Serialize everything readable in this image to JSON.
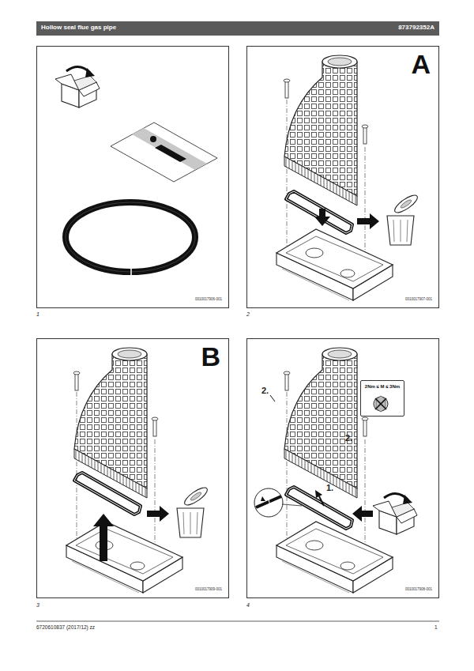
{
  "diagram": {
    "nodes": [
      {
        "text": [
          "Hollow seal flue gas pipe",
          "873792352A"
        ]
      },
      {
        "text": [
          "0010017906-001"
        ]
      },
      {
        "text": [
          "A",
          "0010017907-001"
        ]
      },
      {
        "text": [
          "B",
          "0010017909-001"
        ]
      },
      {
        "text": [
          "0010017908-001"
        ]
      },
      {
        "text": [
          "2Nm ≤ M ≤ 3Nm"
        ],
        "in": 4
      }
    ],
    "labels": [
      "1",
      "2",
      "3",
      "4",
      "2.",
      "2.",
      "1.",
      "6720610837 (2017/12) zz",
      "1"
    ]
  }
}
